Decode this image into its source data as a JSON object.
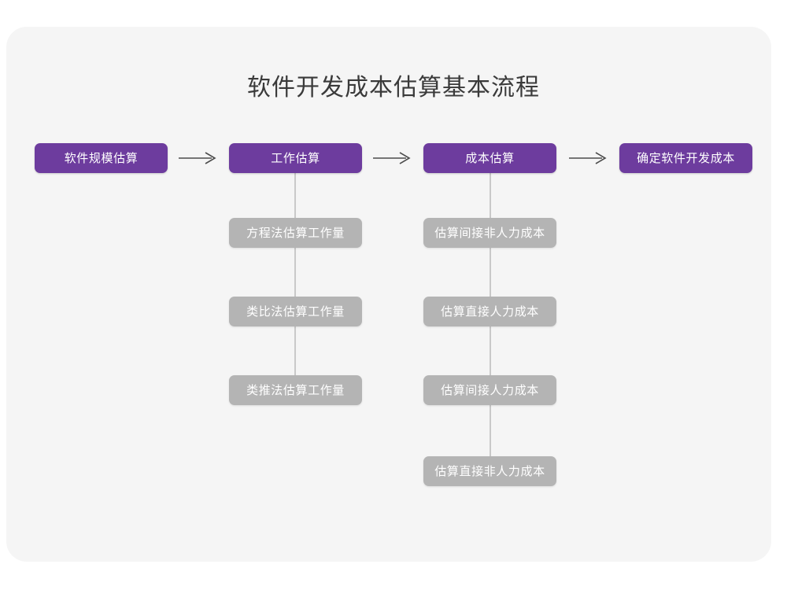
{
  "diagram": {
    "title": "软件开发成本估算基本流程",
    "type": "flowchart",
    "colors": {
      "page_background": "#ffffff",
      "card_background": "#f5f5f5",
      "primary_node": "#6d3c9e",
      "secondary_node": "#b4b4b4",
      "node_text": "#ffffff",
      "title_text": "#3a3a3a",
      "connector_line": "#c9c9c9",
      "arrow": "#4c4c4c"
    },
    "main_flow": [
      {
        "id": "step-1",
        "label": "软件规模估算"
      },
      {
        "id": "step-2",
        "label": "工作估算"
      },
      {
        "id": "step-3",
        "label": "成本估算"
      },
      {
        "id": "step-4",
        "label": "确定软件开发成本"
      }
    ],
    "arrows": [
      {
        "id": "arrow-1",
        "glyph": "⟶",
        "from": "step-1",
        "to": "step-2"
      },
      {
        "id": "arrow-2",
        "glyph": "⟶",
        "from": "step-2",
        "to": "step-3"
      },
      {
        "id": "arrow-3",
        "glyph": "⟶",
        "from": "step-3",
        "to": "step-4"
      }
    ],
    "branches": [
      {
        "parent": "step-2",
        "items": [
          {
            "id": "step-2-sub-1",
            "label": "方程法估算工作量"
          },
          {
            "id": "step-2-sub-2",
            "label": "类比法估算工作量"
          },
          {
            "id": "step-2-sub-3",
            "label": "类推法估算工作量"
          }
        ]
      },
      {
        "parent": "step-3",
        "items": [
          {
            "id": "step-3-sub-1",
            "label": "估算间接非人力成本"
          },
          {
            "id": "step-3-sub-2",
            "label": "估算直接人力成本"
          },
          {
            "id": "step-3-sub-3",
            "label": "估算间接人力成本"
          },
          {
            "id": "step-3-sub-4",
            "label": "估算直接非人力成本"
          }
        ]
      }
    ]
  }
}
